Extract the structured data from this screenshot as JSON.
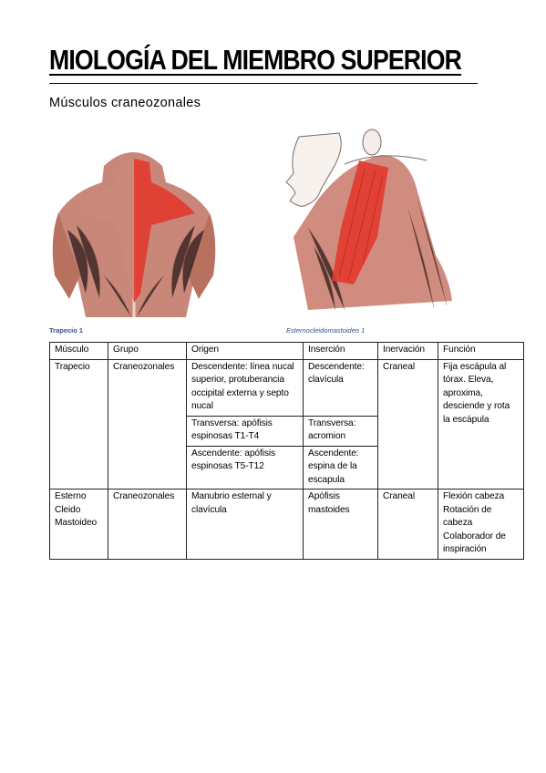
{
  "page": {
    "title": "MIOLOGÍA DEL MIEMBRO SUPERIOR",
    "subtitle": "Músculos craneozonales"
  },
  "figures": [
    {
      "caption": "Trapecio 1",
      "highlight_color": "#e23a2e"
    },
    {
      "caption": "Esternocleidomastoideo 1",
      "highlight_color": "#e23a2e"
    }
  ],
  "table": {
    "headers": [
      "Músculo",
      "Grupo",
      "Origen",
      "Inserción",
      "Inervación",
      "Función"
    ],
    "trapecio": {
      "musculo": "Trapecio",
      "grupo": "Craneozonales",
      "origen": [
        "Descendente: línea nucal superior, protuberancia occipital externa y septo nucal",
        "Transversa: apófisis espinosas T1-T4",
        "Ascendente: apófisis espinosas T5-T12"
      ],
      "insercion": [
        "Descendente: clavícula",
        "Transversa: acromion",
        "Ascendente: espina de la escapula"
      ],
      "inervacion": "Craneal",
      "funcion": "Fija escápula al tórax. Eleva, aproxima, desciende y rota la escápula"
    },
    "esterno": {
      "musculo": "Esterno Cleido Mastoideo",
      "grupo": "Craneozonales",
      "origen": "Manubrio esternal y clavícula",
      "insercion": "Apófisis mastoides",
      "inervacion": "Craneal",
      "funcion": "Flexión cabeza Rotación de cabeza Colaborador de inspiración"
    }
  }
}
